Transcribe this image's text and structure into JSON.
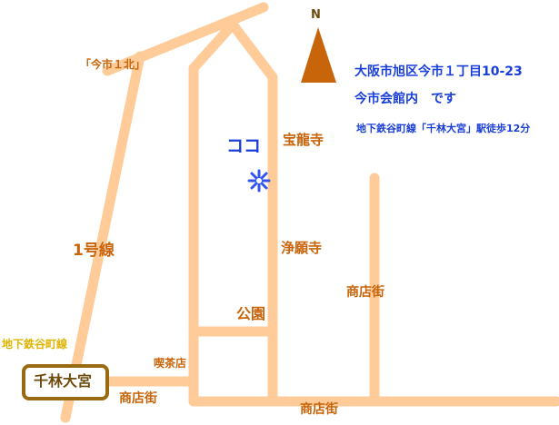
{
  "colors": {
    "road": "#ffcc99",
    "label": "#c8640a",
    "info": "#1a3fd8",
    "subway_label": "#e0b400",
    "station_border": "#9a6a12",
    "marker": "#3355ee"
  },
  "compass": {
    "label": "N"
  },
  "info": {
    "address": "大阪市旭区今市１丁目10-23",
    "venue": "今市会館内　です",
    "access": "地下鉄谷町線「千林大宮」駅徒歩12分"
  },
  "destination": {
    "label": "ココ",
    "icon": "asterisk-marker-icon"
  },
  "labels": {
    "imaichi_north": "「今市１北」",
    "route1": "1号線",
    "subway_line": "地下鉄谷町線",
    "station": "千林大宮",
    "cafe": "喫茶店",
    "shopping_street_bottom_left": "商店街",
    "shopping_street_bottom": "商店街",
    "shopping_street_right": "商店街",
    "houryuji": "宝龍寺",
    "jouganji": "浄願寺",
    "park": "公園"
  }
}
